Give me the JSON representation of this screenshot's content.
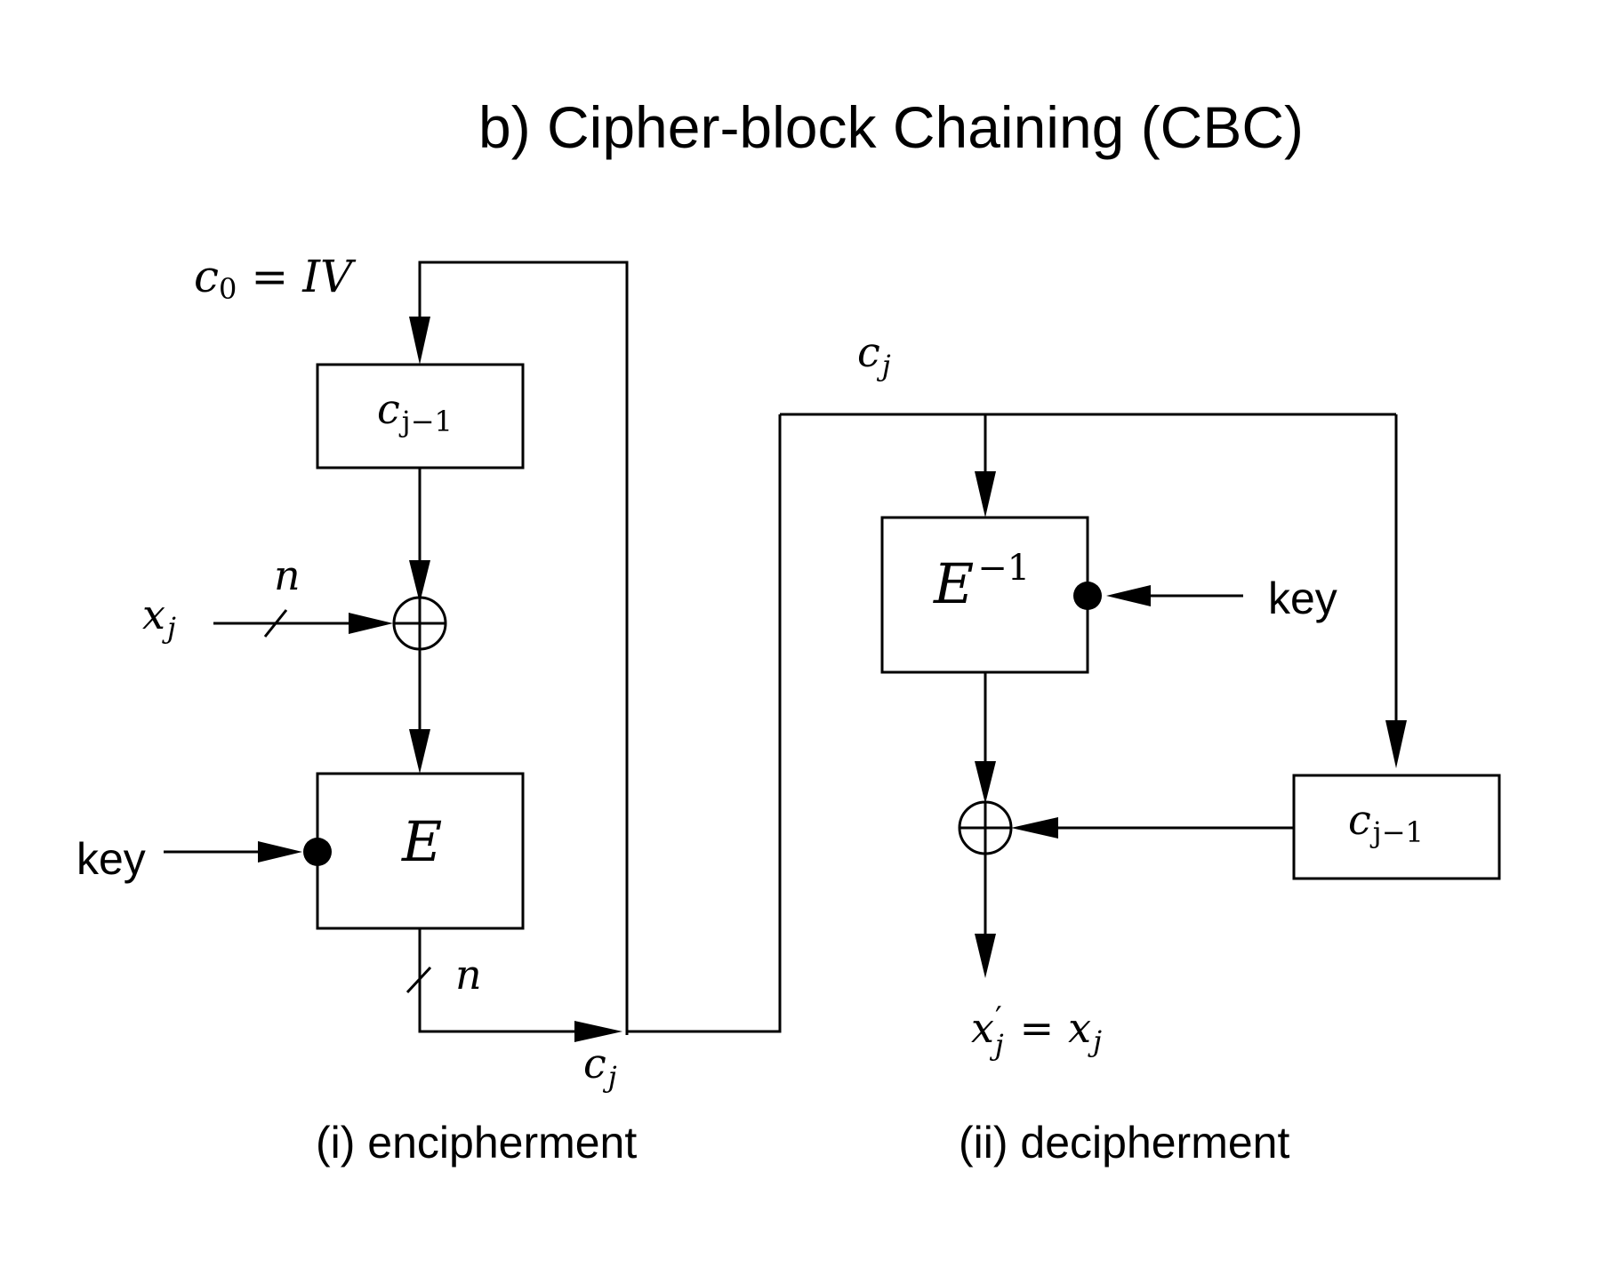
{
  "title": "b) Cipher-block Chaining (CBC)",
  "encipherment": {
    "caption": "(i) encipherment",
    "iv": {
      "lhs": "c",
      "lhs_sub": "0",
      "eq": "=",
      "rhs": "IV"
    },
    "chain_box": {
      "main": "c",
      "sub": "j−1"
    },
    "plaintext": {
      "main": "x",
      "sub": "j"
    },
    "block_size_top": "n",
    "key": "key",
    "cipher": "E",
    "block_size_bottom": "n",
    "output": {
      "main": "c",
      "sub": "j"
    }
  },
  "decipherment": {
    "caption": "(ii) decipherment",
    "input": {
      "main": "c",
      "sub": "j"
    },
    "decipher": {
      "main": "E",
      "sup": "−1"
    },
    "key": "key",
    "chain_box": {
      "main": "c",
      "sub": "j−1"
    },
    "output": {
      "lhs": "x",
      "lhs_prime": "′",
      "lhs_sub": "j",
      "eq": "=",
      "rhs": "x",
      "rhs_sub": "j"
    }
  }
}
